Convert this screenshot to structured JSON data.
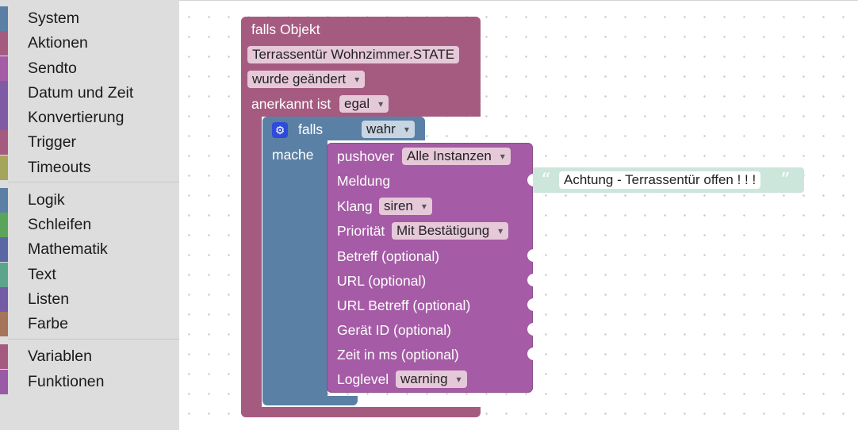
{
  "toolbox": {
    "categories": [
      {
        "label": "System",
        "color": "#5b80a5"
      },
      {
        "label": "Aktionen",
        "color": "#a55b80"
      },
      {
        "label": "Sendto",
        "color": "#a55ba5"
      },
      {
        "label": "Datum und Zeit",
        "color": "#805ba5"
      },
      {
        "label": "Konvertierung",
        "color": "#805ba5"
      },
      {
        "label": "Trigger",
        "color": "#a55b80"
      },
      {
        "label": "Timeouts",
        "color": "#a5a55b"
      },
      {
        "label": "Logik",
        "color": "#5b80a5"
      },
      {
        "label": "Schleifen",
        "color": "#5ba55b"
      },
      {
        "label": "Mathematik",
        "color": "#5b67a5"
      },
      {
        "label": "Text",
        "color": "#5ba58c"
      },
      {
        "label": "Listen",
        "color": "#745ba5"
      },
      {
        "label": "Farbe",
        "color": "#a5745b"
      },
      {
        "label": "Variablen",
        "color": "#a55b80"
      },
      {
        "label": "Funktionen",
        "color": "#995ba5"
      }
    ]
  },
  "blocks": {
    "trigger": {
      "title": "falls Objekt",
      "object_id": "Terrassentür Wohnzimmer.STATE",
      "condition": "wurde geändert",
      "ack_label": "anerkannt ist",
      "ack_value": "egal",
      "color": "#a55b80"
    },
    "if_block": {
      "if_label": "falls",
      "do_label": "mache",
      "condition_value": "wahr",
      "color": "#5b80a5"
    },
    "pushover": {
      "title": "pushover",
      "instance": "Alle Instanzen",
      "message_label": "Meldung",
      "sound_label": "Klang",
      "sound_value": "siren",
      "priority_label": "Priorität",
      "priority_value": "Mit Bestätigung",
      "title_label": "Betreff (optional)",
      "url_label": "URL (optional)",
      "url_title_label": "URL Betreff (optional)",
      "device_label": "Gerät ID (optional)",
      "time_label": "Zeit in ms (optional)",
      "loglevel_label": "Loglevel",
      "loglevel_value": "warning",
      "color": "#a55ba5"
    },
    "text_block": {
      "open_quote": "“",
      "value": "Achtung - Terrassentür offen ! ! !",
      "close_quote": "”",
      "color": "#cde6dc"
    }
  }
}
